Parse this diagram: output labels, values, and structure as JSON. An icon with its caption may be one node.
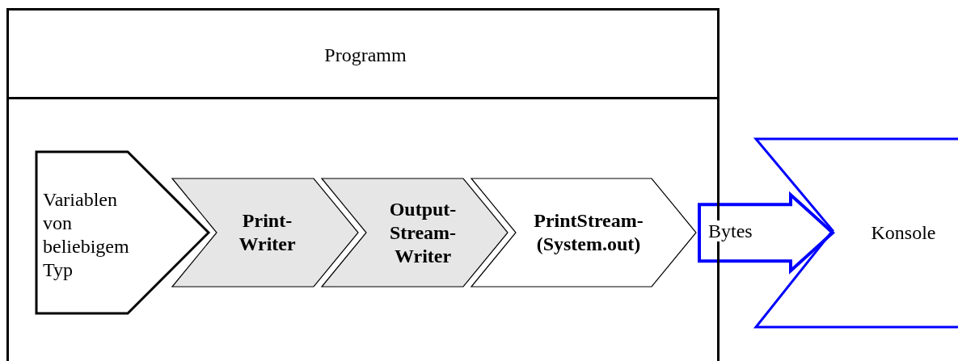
{
  "diagram": {
    "nodes": [
      {
        "text": [
          "Programm"
        ]
      },
      {
        "text": [
          "Variablen von beliebigem Typ"
        ],
        "in": 0
      },
      {
        "text": [
          "Print-Writer"
        ],
        "in": 0
      },
      {
        "text": [
          "Output-Stream-Writer"
        ],
        "in": 0
      },
      {
        "text": [
          "PrintStream-(System.out)"
        ],
        "in": 0
      },
      {
        "text": [
          "Konsole"
        ]
      }
    ],
    "edges": [
      {
        "from": 4,
        "to": 5,
        "arrow": "to",
        "label": "Bytes",
        "color": "#0000ff",
        "style": "thick"
      }
    ]
  }
}
